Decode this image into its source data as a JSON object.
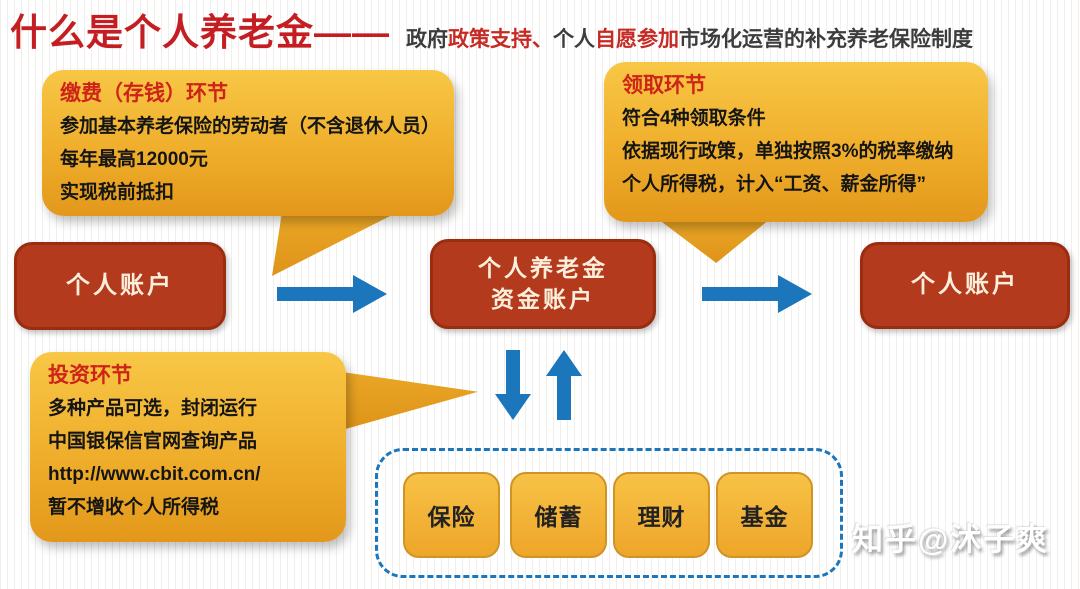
{
  "header": {
    "title": "什么是个人养老金——",
    "subtitle_segments": [
      {
        "text": "政府",
        "color": "#3C3C3C"
      },
      {
        "text": "政策支持、",
        "color": "#C62A24"
      },
      {
        "text": "个人",
        "color": "#3C3C3C"
      },
      {
        "text": "自愿参加",
        "color": "#C62A24"
      },
      {
        "text": "市场化运营的补充养老保险制度",
        "color": "#3C3C3C"
      }
    ]
  },
  "bubbles": {
    "contribute": {
      "title": "缴费（存钱）环节",
      "lines": [
        "参加基本养老保险的劳动者（不含退休人员）",
        "每年最高12000元",
        "实现税前抵扣"
      ]
    },
    "withdraw": {
      "title": "领取环节",
      "lines": [
        "符合4种领取条件",
        "依据现行政策，单独按照3%的税率缴纳",
        "个人所得税，计入“工资、薪金所得”"
      ]
    },
    "invest": {
      "title": "投资环节",
      "lines": [
        "多种产品可选，封闭运行",
        "中国银保信官网查询产品",
        "http://www.cbit.com.cn/",
        "暂不增收个人所得税"
      ]
    }
  },
  "nodes": {
    "personal_account_left": "个人账户",
    "pension_fund_account_line1": "个人养老金",
    "pension_fund_account_line2": "资金账户",
    "personal_account_right": "个人账户"
  },
  "products": [
    "保险",
    "储蓄",
    "理财",
    "基金"
  ],
  "watermark": "知乎@沭子爽",
  "colors": {
    "title_red": "#C41E23",
    "highlight_red": "#C62A24",
    "text_dark": "#3C3C3C",
    "bubble_gold_top": "#F8C746",
    "bubble_gold_bottom": "#E3981B",
    "node_red_fill": "#B33A1C",
    "node_red_border": "#9A2D10",
    "node_text_cream": "#FBEFDC",
    "arrow_blue": "#1B76BB",
    "product_gold": "#F3B438"
  }
}
